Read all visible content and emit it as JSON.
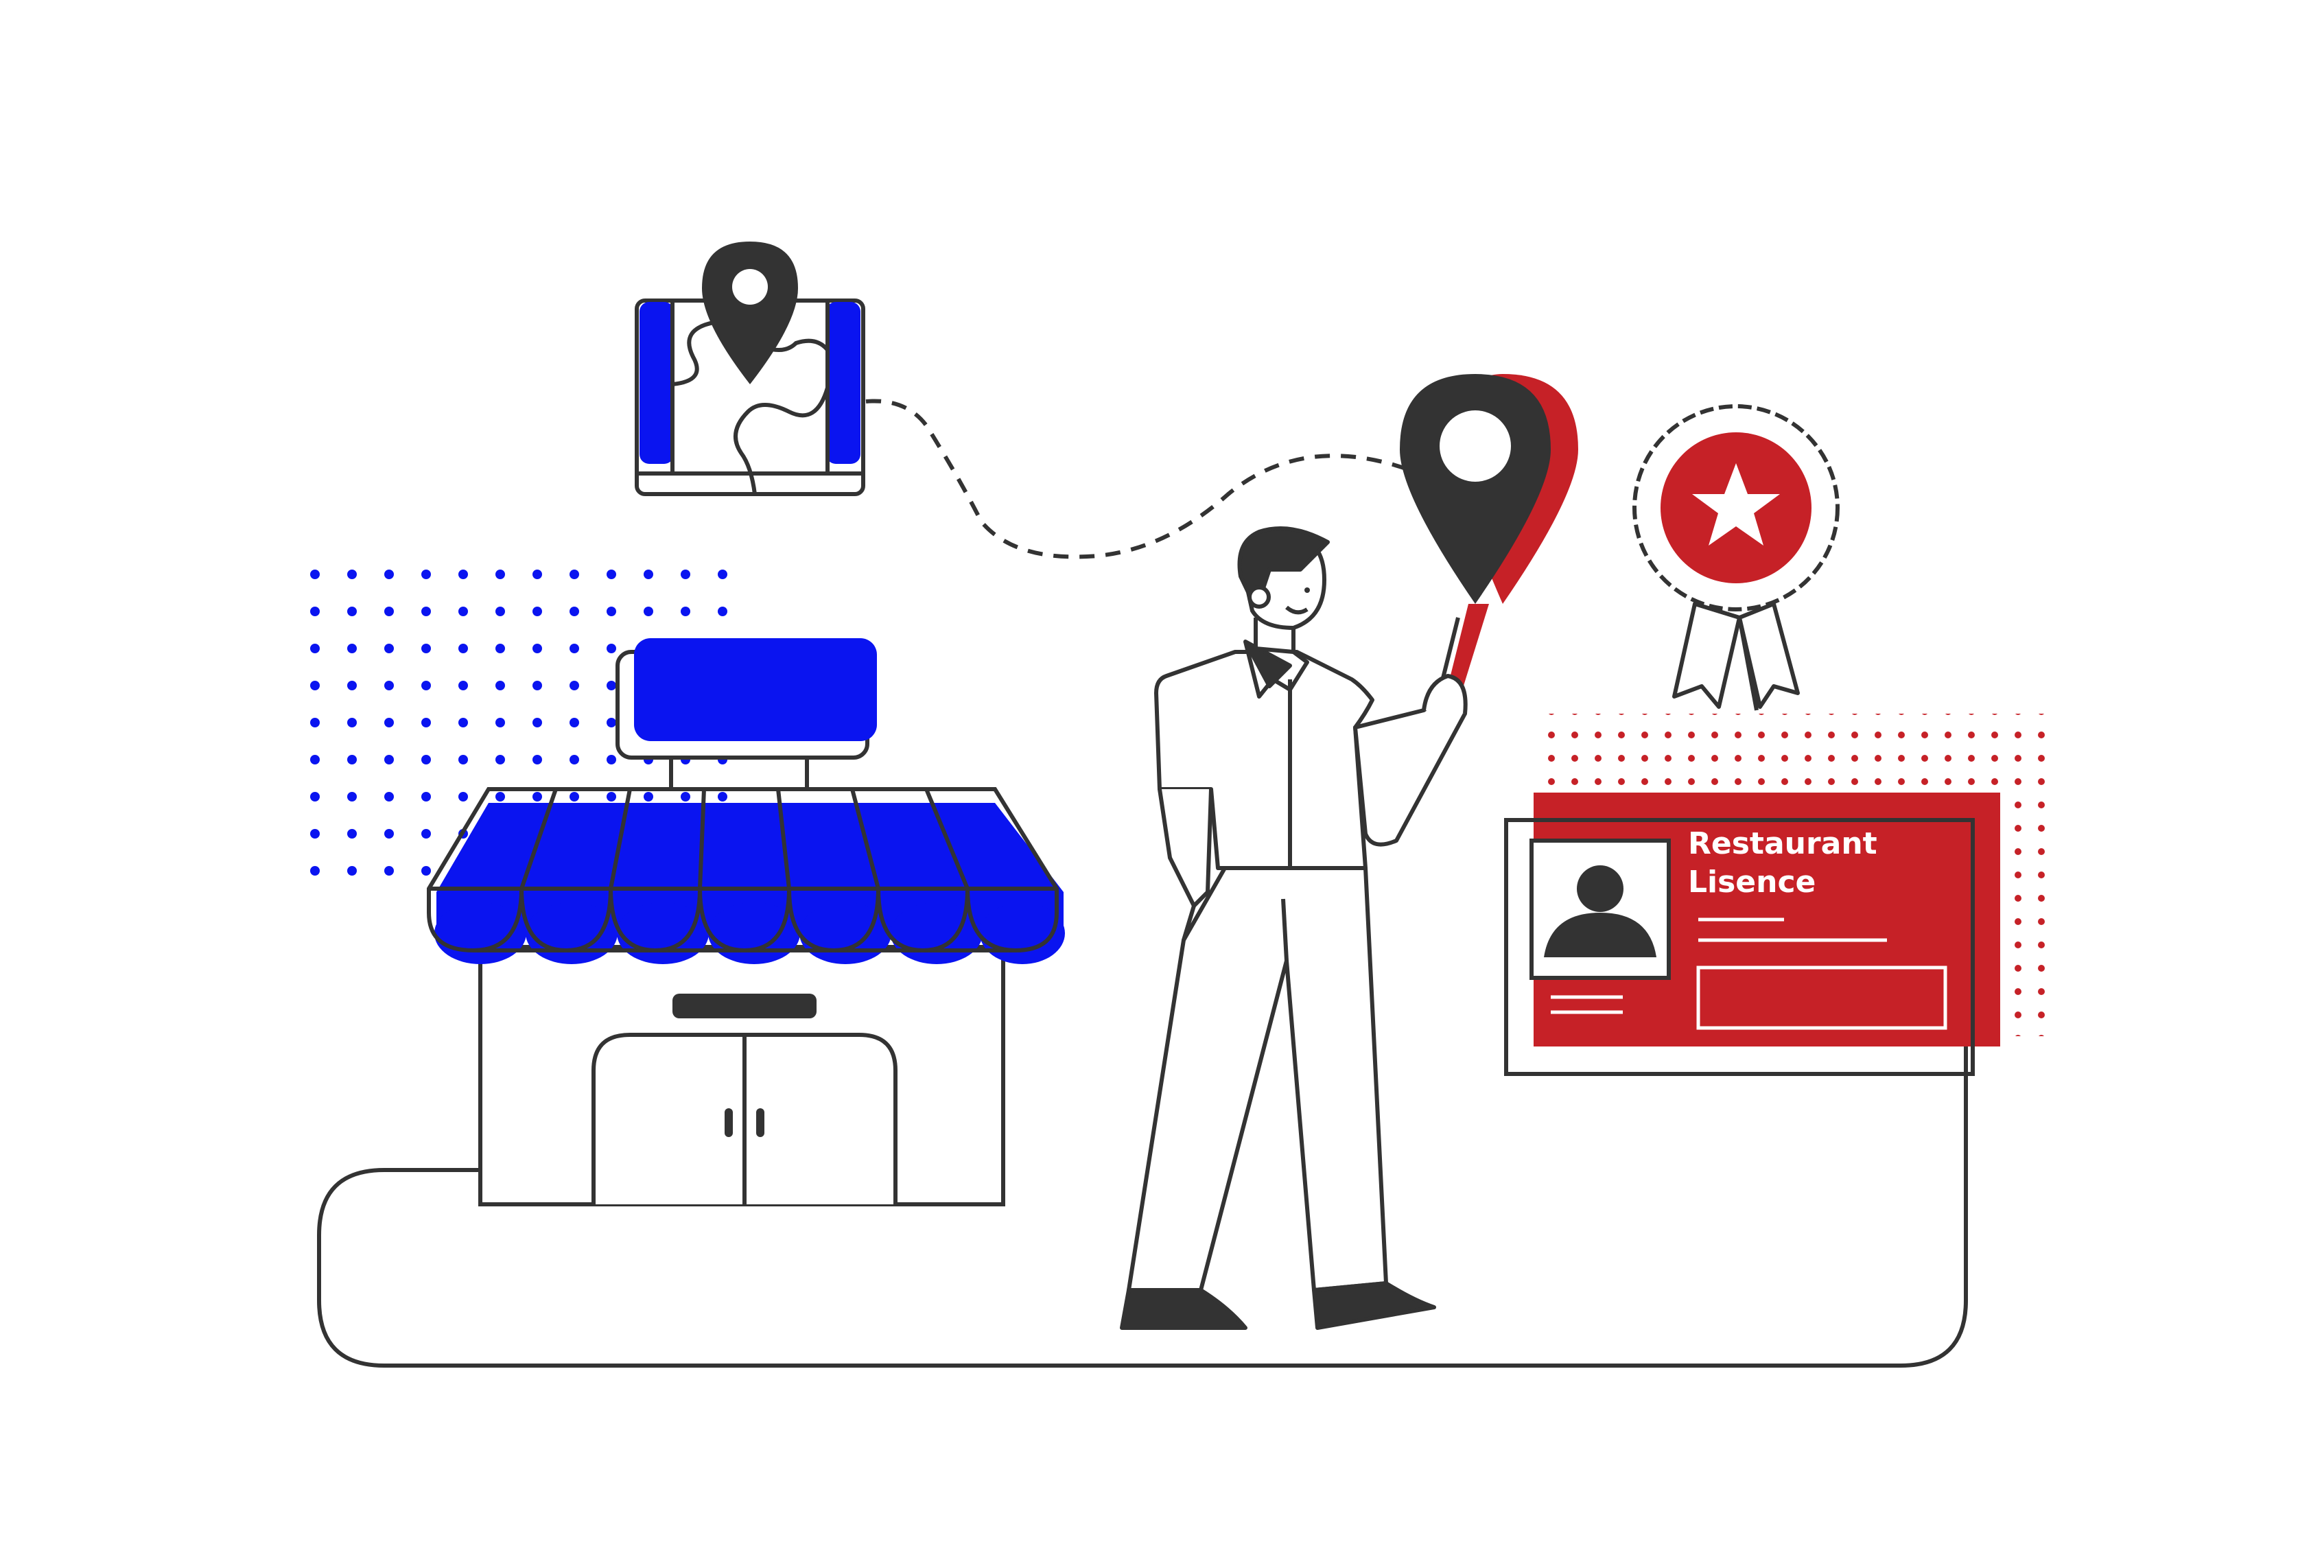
{
  "license_card": {
    "title_line1": "Restaurant",
    "title_line2": "Lisence"
  },
  "colors": {
    "outline": "#333333",
    "blue": "#0a14f0",
    "red": "#c62127",
    "white": "#ffffff"
  },
  "icons": [
    "storefront-icon",
    "map-icon",
    "location-pin-icon",
    "award-ribbon-icon",
    "star-icon",
    "user-avatar-icon",
    "person-figure"
  ]
}
